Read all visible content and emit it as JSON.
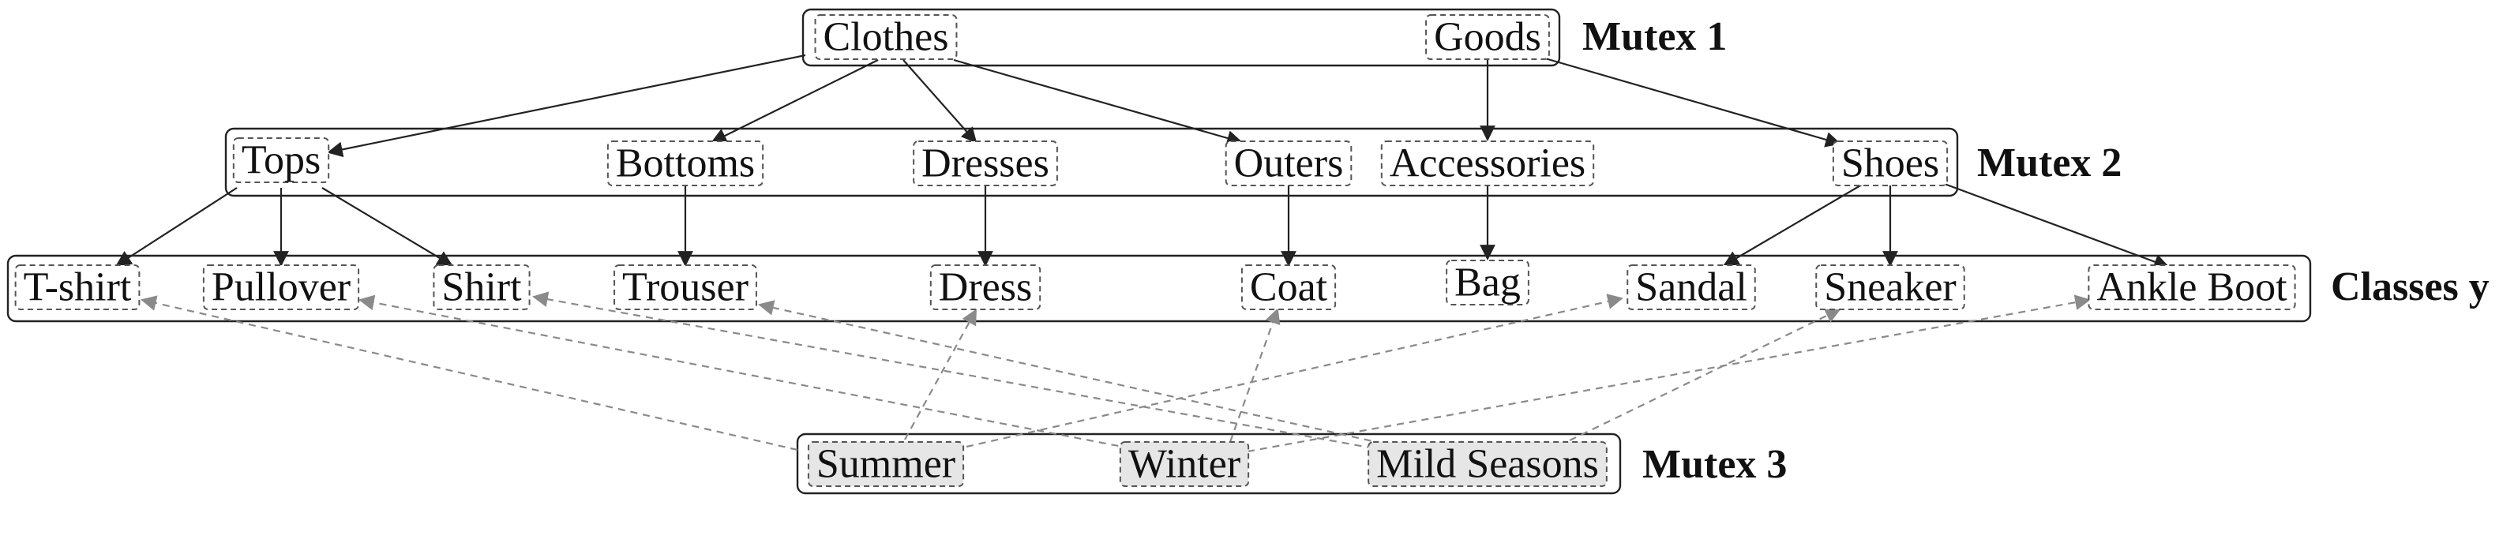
{
  "groups": {
    "mutex1": "Mutex 1",
    "mutex2": "Mutex 2",
    "classes": "Classes y",
    "mutex3": "Mutex 3"
  },
  "nodes": {
    "clothes": "Clothes",
    "goods": "Goods",
    "tops": "Tops",
    "bottoms": "Bottoms",
    "dresses": "Dresses",
    "outers": "Outers",
    "accessories": "Accessories",
    "shoes": "Shoes",
    "tshirt": "T-shirt",
    "pullover": "Pullover",
    "shirt": "Shirt",
    "trouser": "Trouser",
    "dress": "Dress",
    "coat": "Coat",
    "bag": "Bag",
    "sandal": "Sandal",
    "sneaker": "Sneaker",
    "ankleboot": "Ankle Boot",
    "summer": "Summer",
    "winter": "Winter",
    "mildseasons": "Mild Seasons"
  },
  "colors": {
    "solid_edge": "#222222",
    "dashed_edge": "#8a8a8a",
    "season_fill": "#e6e6e6"
  }
}
